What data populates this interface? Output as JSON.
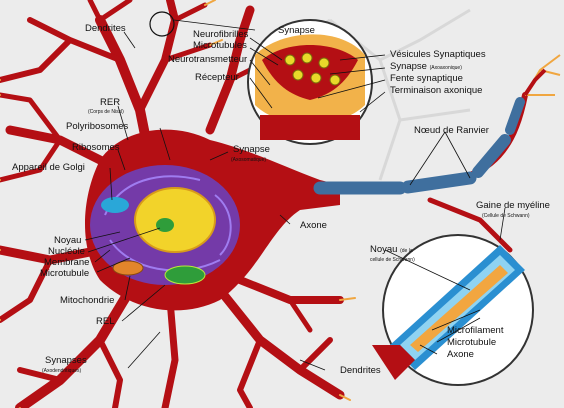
{
  "colors": {
    "neuron": "#b40f14",
    "neuron_dark": "#7c0a0d",
    "nucleus": "#5b2aa6",
    "myelin": "#3f6f9e",
    "cytoplasm": "#f2b24a",
    "background": "#ececec"
  },
  "labels": {
    "dendrites_top": "Dendrites",
    "rer": "RER",
    "rer_sub": "(Corps de Nissl)",
    "polyribosomes": "Polyribosomes",
    "ribosomes": "Ribosomes",
    "golgi": "Appareil de Golgi",
    "noyau": "Noyau",
    "nucleole": "Nucléole",
    "membrane": "Membrane",
    "microtubule_left": "Microtubule",
    "mitochondrie": "Mitochondrie",
    "rel": "REL",
    "synapses_bottom": "Synapses",
    "synapses_bottom_sub": "(Axodendritiques)",
    "dendrites_bottom": "Dendrites",
    "synapse_mid": "Synapse",
    "synapse_mid_sub": "(Axosomatique)",
    "axone_mid": "Axone",
    "neurofibrilles": "Neurofibrilles",
    "microtubules_top": "Microtubules",
    "neurotransmetteur": "Neurotransmetteur",
    "recepteur": "Récepteur",
    "synapse_top": "Synapse",
    "vesicules": "Vésicules Synaptiques",
    "synapse_axo": "Synapse",
    "synapse_axo_sub": "(Axoaxonique)",
    "fente": "Fente synaptique",
    "terminaison": "Terminaison axonique",
    "ranvier": "Nœud de Ranvier",
    "gaine": "Gaine de myéline",
    "gaine_sub": "(Cellule de Schwann)",
    "noyau_schwann": "Noyau",
    "noyau_schwann_sub1": "(de la",
    "noyau_schwann_sub2": "cellule de Schwann)",
    "microfilament": "Microfilament",
    "microtubule_right": "Microtubule",
    "axone_right": "Axone"
  }
}
